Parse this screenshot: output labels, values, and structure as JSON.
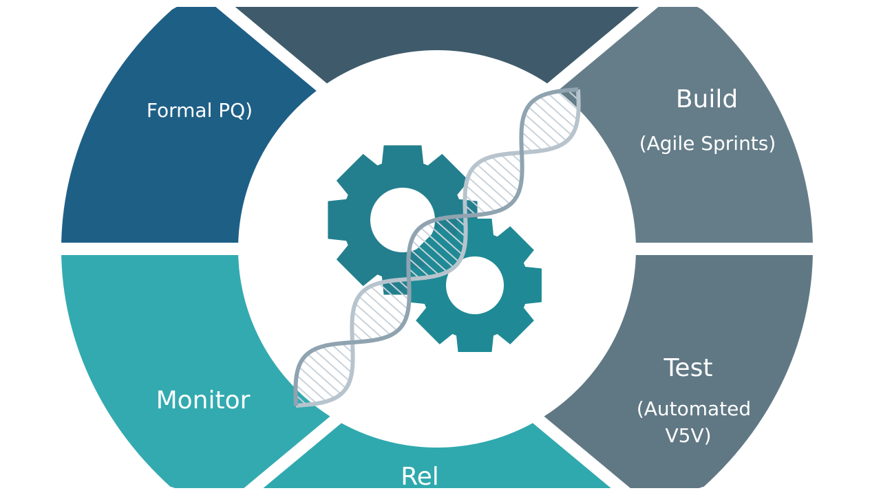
{
  "segments": [
    {
      "id": "top",
      "title": "",
      "subtitle": "",
      "color": "#3f5b6b"
    },
    {
      "id": "build",
      "title": "Build",
      "subtitle": "(Agile Sprints)",
      "color": "#657d89"
    },
    {
      "id": "test",
      "title": "Test",
      "subtitle": "(Automated V5V)",
      "subtitle_lines": [
        "(Automated",
        "V5V)"
      ],
      "color": "#607884"
    },
    {
      "id": "release",
      "title": "Rel",
      "subtitle": "",
      "color": "#2fa9ae"
    },
    {
      "id": "monitor",
      "title": "Monitor",
      "subtitle": "",
      "color": "#33aab0"
    },
    {
      "id": "formal-pq",
      "title": "",
      "subtitle": "Formal PQ)",
      "color": "#1e5f86"
    }
  ],
  "center": {
    "gear_color": "#237f8e",
    "gear_color_2": "#1f8a95",
    "dna_color": "#c9d3da",
    "icons": [
      "gear-icon",
      "dna-helix-icon"
    ]
  }
}
